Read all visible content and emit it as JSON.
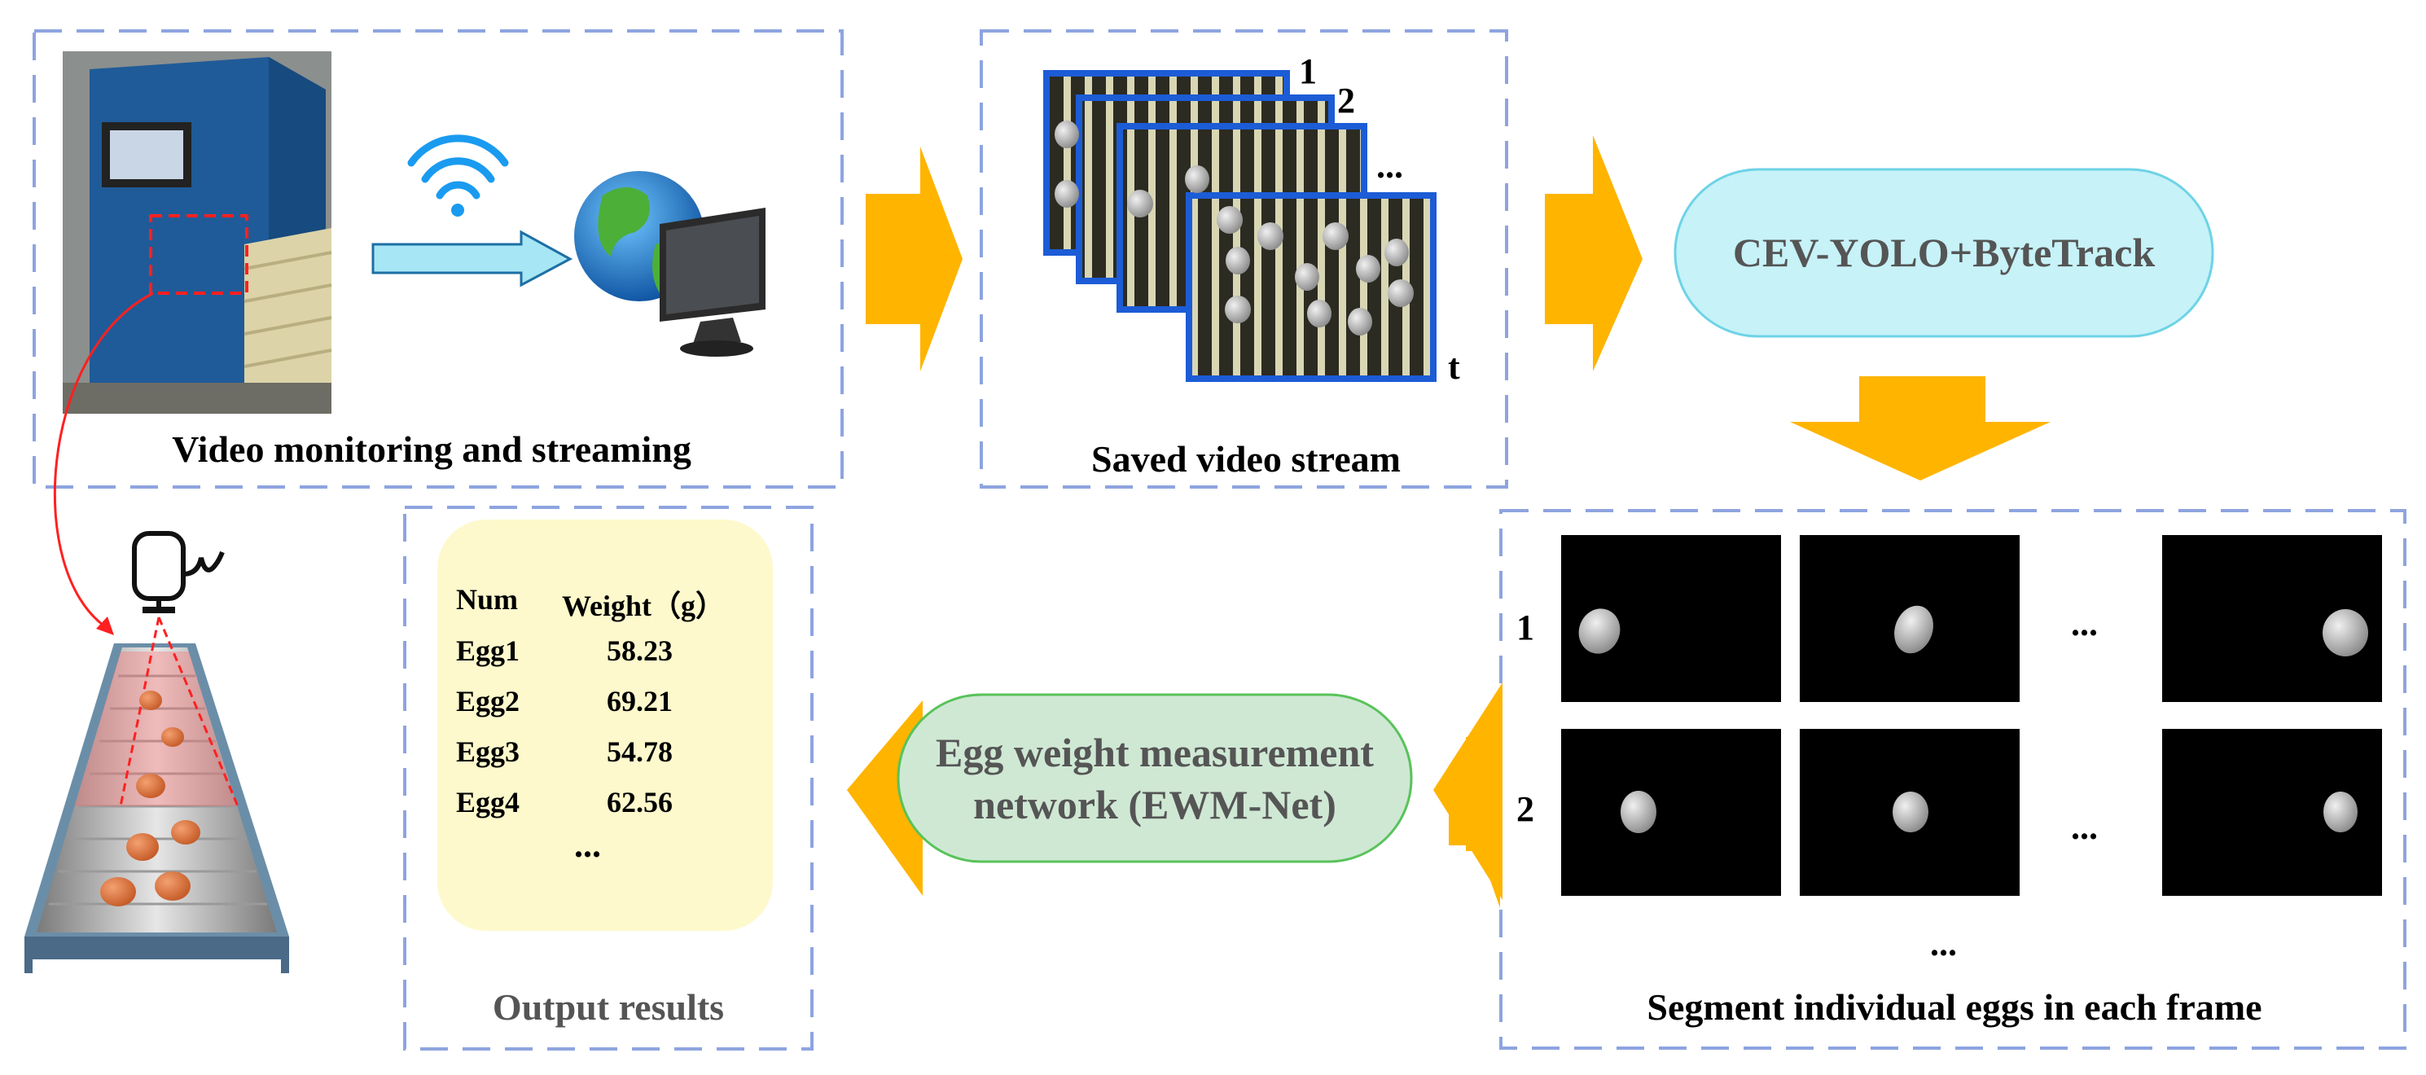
{
  "panels": {
    "video_monitoring": {
      "caption": "Video monitoring and streaming"
    },
    "saved_stream": {
      "caption": "Saved video stream",
      "frame_labels": [
        "1",
        "2",
        "...",
        "t"
      ]
    },
    "model_pill": {
      "label": "CEV-YOLO+ByteTrack"
    },
    "segmentation": {
      "caption": "Segment individual eggs in each frame",
      "row_labels": [
        "1",
        "2"
      ],
      "ellipsis": "..."
    },
    "ewm_pill": {
      "line1": "Egg weight measurement",
      "line2": "network (EWM-Net)"
    },
    "output": {
      "caption": "Output results",
      "header": {
        "num": "Num",
        "weight": "Weight（g）"
      },
      "rows": [
        {
          "num": "Egg1",
          "weight": "58.23"
        },
        {
          "num": "Egg2",
          "weight": "69.21"
        },
        {
          "num": "Egg3",
          "weight": "54.78"
        },
        {
          "num": "Egg4",
          "weight": "62.56"
        }
      ],
      "ellipsis": "..."
    }
  },
  "colors": {
    "dashed_border": "#8ea4e0",
    "arrow_orange": "#ffb400",
    "cyan_pill": "#c6f2f8",
    "green_pill": "#cfe8d4",
    "yellow_box": "#fdf9cc",
    "machine_blue": "#1f5b98"
  },
  "icons": [
    "wifi-icon",
    "globe-icon",
    "monitor-icon",
    "camera-icon",
    "conveyor-icon"
  ]
}
